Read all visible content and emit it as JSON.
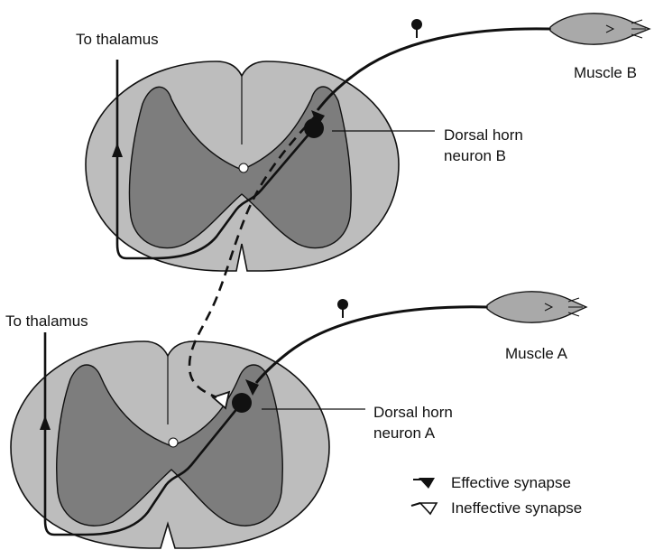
{
  "labels": {
    "to_thalamus_top": "To thalamus",
    "to_thalamus_bottom": "To thalamus",
    "muscle_b": "Muscle B",
    "muscle_a": "Muscle A",
    "neuron_b_line1": "Dorsal horn",
    "neuron_b_line2": "neuron B",
    "neuron_a_line1": "Dorsal horn",
    "neuron_a_line2": "neuron A"
  },
  "legend": {
    "effective": "Effective synapse",
    "ineffective": "Ineffective synapse"
  },
  "colors": {
    "white_matter": "#bdbdbd",
    "gray_matter": "#7d7d7d",
    "muscle_fill": "#a9a9a9",
    "line": "#111111"
  }
}
